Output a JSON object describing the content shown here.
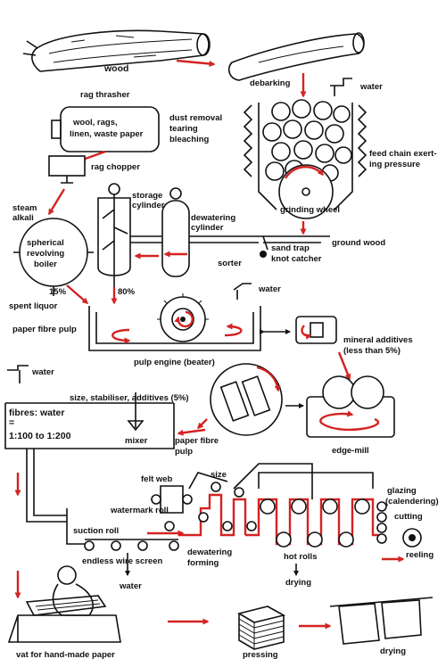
{
  "labels": {
    "wood": "wood",
    "debarking": "debarking",
    "water_top": "water",
    "rag_thrasher": "rag thrasher",
    "rag_box_1": "wool, rags,",
    "rag_box_2": "linen, waste paper",
    "dust_1": "dust removal",
    "dust_2": "tearing",
    "dust_3": "bleaching",
    "feed_1": "feed chain exert-",
    "feed_2": "ing pressure",
    "rag_chopper": "rag chopper",
    "storage_1": "storage",
    "storage_2": "cylinder",
    "steam": "steam",
    "alkali": "alkali",
    "boiler_1": "spherical",
    "boiler_2": "revolving",
    "boiler_3": "boiler",
    "dewater_1": "dewatering",
    "dewater_2": "cylinder",
    "grinding": "grinding wheel",
    "sand_1": "sand trap",
    "sand_2": "knot catcher",
    "ground_wood": "ground wood",
    "sorter": "sorter",
    "pct15": "15%",
    "pct80": "80%",
    "spent": "spent liquor",
    "water_mid": "water",
    "paper_fibre_pulp": "paper fibre pulp",
    "mineral_1": "mineral additives",
    "mineral_2": "(less than 5%)",
    "pulp_engine": "pulp engine (beater)",
    "water_left": "water",
    "size_line": "size, stabiliser, additives (5%)",
    "fibres_water": "fibres: water",
    "equals": "=",
    "ratio": "1:100 to 1:200",
    "mixer": "mixer",
    "pfp_1": "paper fibre",
    "pfp_2": "pulp",
    "edge_mill": "edge-mill",
    "felt_web": "felt web",
    "size": "size",
    "glazing_1": "glazing",
    "glazing_2": "(calendering)",
    "cutting": "cutting",
    "watermark_roll": "watermark roll",
    "suction_roll": "suction roll",
    "endless_wire": "endless wire screen",
    "dewatering": "dewatering",
    "forming": "forming",
    "hot_rolls": "hot rolls",
    "reeling": "reeling",
    "water_bottom": "water",
    "drying_mid": "drying",
    "vat": "vat for hand-made paper",
    "pressing": "pressing",
    "drying_bottom": "drying"
  },
  "colors": {
    "ink": "#111111",
    "arrow": "#d42323",
    "paper": "#ffffff"
  }
}
